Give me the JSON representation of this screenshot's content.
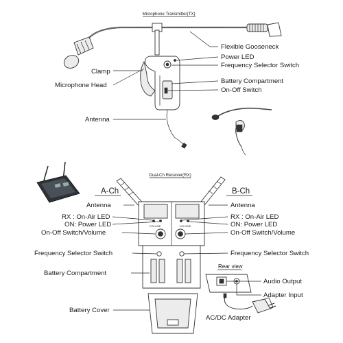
{
  "transmitter": {
    "title": "Microphone Transmitter(TX)",
    "labels": {
      "gooseneck": "Flexible Gooseneck",
      "power_led": "Power LED",
      "frequency_selector": "Frequency Selector Switch",
      "clamp": "Clamp",
      "microphone_head": "Microphone Head",
      "battery_compartment": "Battery Compartment",
      "on_off_switch": "On-Off Switch",
      "antenna": "Antenna"
    }
  },
  "receiver": {
    "title": "Dual-Ch Receiver(RX)",
    "a_channel": "A-Ch",
    "b_channel": "B-Ch",
    "left_labels": {
      "antenna": "Antenna",
      "rx_led": "RX : On-Air LED",
      "power_led": "ON: Power LED",
      "switch_volume": "On-Off Switch/Volume",
      "frequency_selector": "Frequency Selector Switch",
      "battery_compartment": "Battery Compartment",
      "battery_cover": "Battery Cover"
    },
    "right_labels": {
      "antenna": "Antenna",
      "rx_led": "RX : On-Air LED",
      "power_led": "ON: Power LED",
      "switch_volume": "On-Off Switch/Volume",
      "frequency_selector": "Frequency Selector Switch"
    },
    "panel_text": {
      "volume_left": "VOLUME",
      "volume_right": "VOLUME"
    }
  },
  "rear_view": {
    "title": "Rear view",
    "audio_output": "Audio Output",
    "adapter_input": "Adapter Input",
    "ac_dc_adapter": "AC/DC Adapter"
  }
}
